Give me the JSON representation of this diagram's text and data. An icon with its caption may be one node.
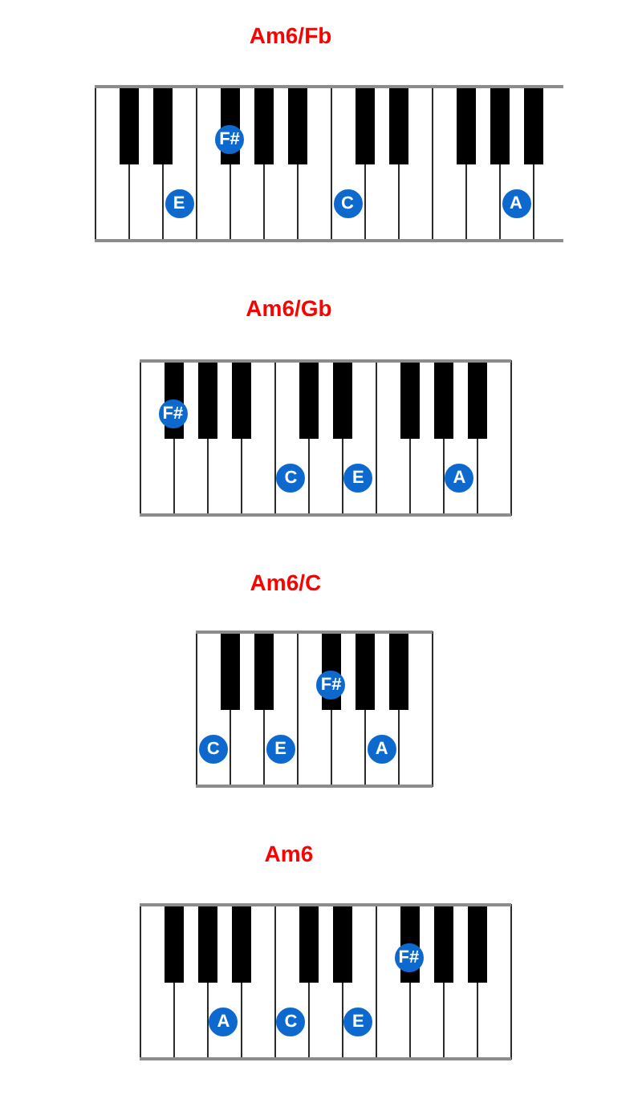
{
  "diagram": {
    "nodes": [
      {
        "text": [
          "Am6/Fb"
        ]
      },
      {
        "text": [
          "E"
        ],
        "in": 0
      },
      {
        "text": [
          "F#"
        ],
        "in": 0
      },
      {
        "text": [
          "C"
        ],
        "in": 0
      },
      {
        "text": [
          "A"
        ],
        "in": 0
      },
      {
        "text": [
          "Am6/Gb"
        ]
      },
      {
        "text": [
          "F#"
        ],
        "in": 5
      },
      {
        "text": [
          "C"
        ],
        "in": 5
      },
      {
        "text": [
          "E"
        ],
        "in": 5
      },
      {
        "text": [
          "A"
        ],
        "in": 5
      },
      {
        "text": [
          "Am6/C"
        ]
      },
      {
        "text": [
          "C"
        ],
        "in": 10
      },
      {
        "text": [
          "E"
        ],
        "in": 10
      },
      {
        "text": [
          "F#"
        ],
        "in": 10
      },
      {
        "text": [
          "A"
        ],
        "in": 10
      },
      {
        "text": [
          "Am6"
        ]
      },
      {
        "text": [
          "A"
        ],
        "in": 15
      },
      {
        "text": [
          "C"
        ],
        "in": 15
      },
      {
        "text": [
          "E"
        ],
        "in": 15
      },
      {
        "text": [
          "F#"
        ],
        "in": 15
      }
    ],
    "edges": []
  }
}
